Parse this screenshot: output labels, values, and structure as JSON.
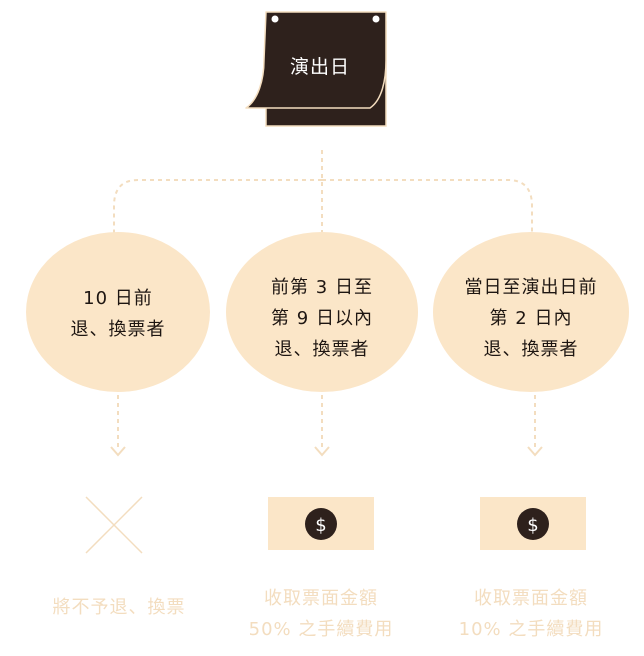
{
  "root": {
    "label": "演出日"
  },
  "branches": [
    {
      "lines": [
        "10 日前",
        "退、換票者"
      ]
    },
    {
      "lines": [
        "前第 3 日至",
        "第 9 日以內",
        "退、換票者"
      ]
    },
    {
      "lines": [
        "當日至演出日前",
        "第 2 日內",
        "退、換票者"
      ]
    }
  ],
  "outcomes": [
    {
      "icon": "cross-icon",
      "lines": [
        "將不予退、換票"
      ]
    },
    {
      "icon": "dollar-bill-icon",
      "symbol": "$",
      "lines": [
        "收取票面金額",
        "50% 之手續費用"
      ]
    },
    {
      "icon": "dollar-bill-icon",
      "symbol": "$",
      "lines": [
        "收取票面金額",
        "10% 之手續費用"
      ]
    }
  ],
  "colors": {
    "calendar": "#2e211c",
    "calendar_outline": "#f3ddbf",
    "node_fill": "#fbe6c8",
    "connector": "#f3ddbf",
    "bill_fill": "#fbe6c8",
    "coin": "#2e211c",
    "text_dark": "#1e1612",
    "text_light": "#f3ddbf"
  }
}
